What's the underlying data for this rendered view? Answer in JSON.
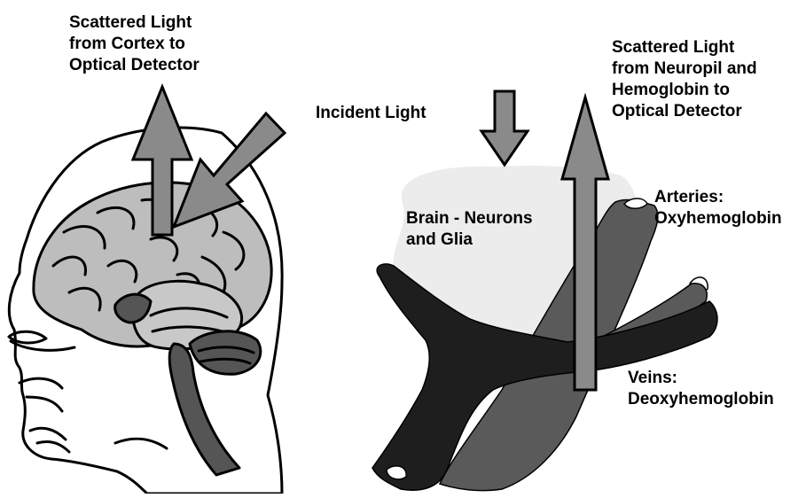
{
  "labels": {
    "cortex_scatter": [
      "Scattered Light",
      "from Cortex to",
      "Optical Detector"
    ],
    "incident": "Incident Light",
    "neuropil_scatter": [
      "Scattered Light",
      "from Neuropil and",
      "Hemoglobin to",
      "Optical Detector"
    ],
    "brain_tissue": [
      "Brain - Neurons",
      "and Glia"
    ],
    "arteries": [
      "Arteries:",
      "Oxyhemoglobin"
    ],
    "veins": [
      "Veins:",
      "Deoxyhemoglobin"
    ]
  },
  "colors": {
    "arrow_fill": "#8a8a8a",
    "brain_fill": "#bdbdbd",
    "tissue_fill": "#ececec",
    "artery_fill": "#5a5a5a",
    "vein_fill": "#1e1e1e",
    "stem_fill": "#555555"
  },
  "icons": [
    "head-illustration",
    "brain-illustration",
    "tissue-illustration"
  ]
}
